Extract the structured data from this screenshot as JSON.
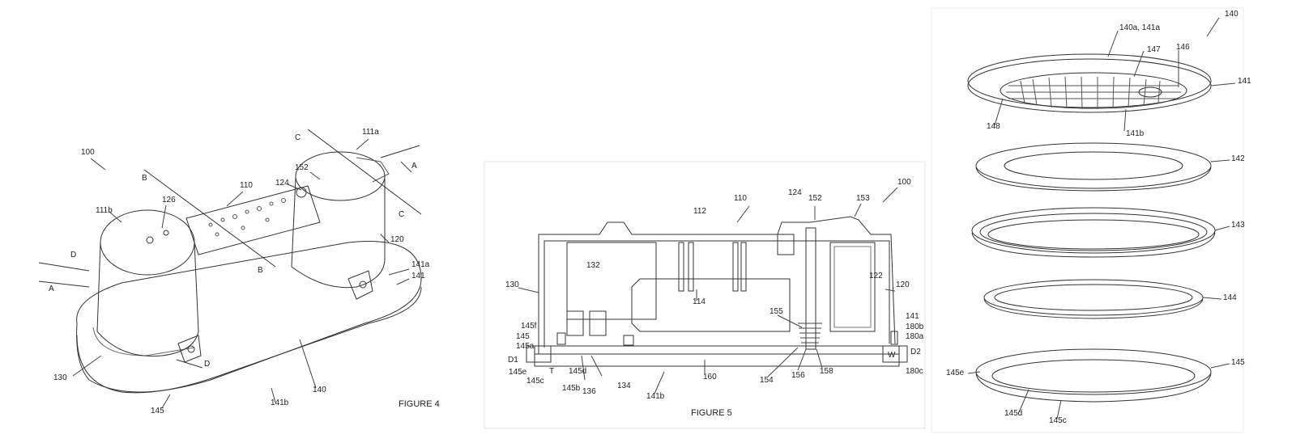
{
  "figure4": {
    "caption": "FIGURE 4",
    "labels": [
      "100",
      "111b",
      "126",
      "B",
      "110",
      "124",
      "152",
      "C",
      "111a",
      "A",
      "C",
      "120",
      "B",
      "D",
      "A",
      "141a",
      "141",
      "130",
      "D",
      "140",
      "145",
      "141b"
    ]
  },
  "figure5": {
    "caption": "FIGURE 5",
    "labels": [
      "110",
      "112",
      "124",
      "152",
      "153",
      "100",
      "132",
      "130",
      "122",
      "120",
      "114",
      "155",
      "145f",
      "145",
      "145a",
      "D1",
      "145e",
      "145c",
      "T",
      "145d",
      "145b",
      "136",
      "134",
      "160",
      "141b",
      "154",
      "156",
      "158",
      "141",
      "180b",
      "180a",
      "W",
      "D2",
      "180c"
    ]
  },
  "figure6": {
    "labels": [
      "140",
      "140a, 141a",
      "147",
      "146",
      "141",
      "148",
      "141b",
      "142",
      "143",
      "144",
      "145",
      "145e",
      "145d",
      "145c"
    ]
  }
}
